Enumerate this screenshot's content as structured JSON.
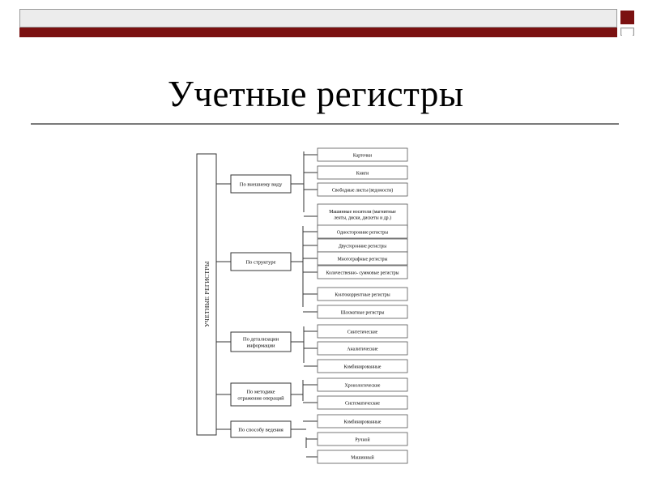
{
  "title": "Учетные регистры",
  "colors": {
    "accent": "#7b1111",
    "header_band": "#ececec",
    "rule": "#7a7a7a"
  },
  "diagram": {
    "root": "УЧЕТНЫЕ РЕГИСТРЫ",
    "groups": [
      {
        "label": [
          "По внешнему виду"
        ],
        "items": [
          [
            "Карточки"
          ],
          [
            "Книги"
          ],
          [
            "Свободные листы (ведомости)"
          ],
          [
            "Машинные носители (магнитные",
            "ленты, диски, дискеты и др.)"
          ]
        ]
      },
      {
        "label": [
          "По структуре"
        ],
        "items": [
          [
            "Односторонние регистры"
          ],
          [
            "Двусторонние регистры"
          ],
          [
            "Многографные регистры"
          ],
          [
            "Количественно- суммовые регистры"
          ],
          [
            "Контокоррентные регистры"
          ],
          [
            "Шахматные регистры"
          ]
        ]
      },
      {
        "label": [
          "По детализации",
          "информации"
        ],
        "items": [
          [
            "Синтетические"
          ],
          [
            "Аналитические"
          ],
          [
            "Комбинированные"
          ]
        ]
      },
      {
        "label": [
          "По методике",
          "отражения операций"
        ],
        "items": [
          [
            "Хронологические"
          ],
          [
            "Систематические"
          ],
          [
            "Комбинированные"
          ]
        ]
      },
      {
        "label": [
          "По способу ведения"
        ],
        "items": [
          [
            "Ручной"
          ],
          [
            "Машинный"
          ]
        ]
      }
    ]
  }
}
